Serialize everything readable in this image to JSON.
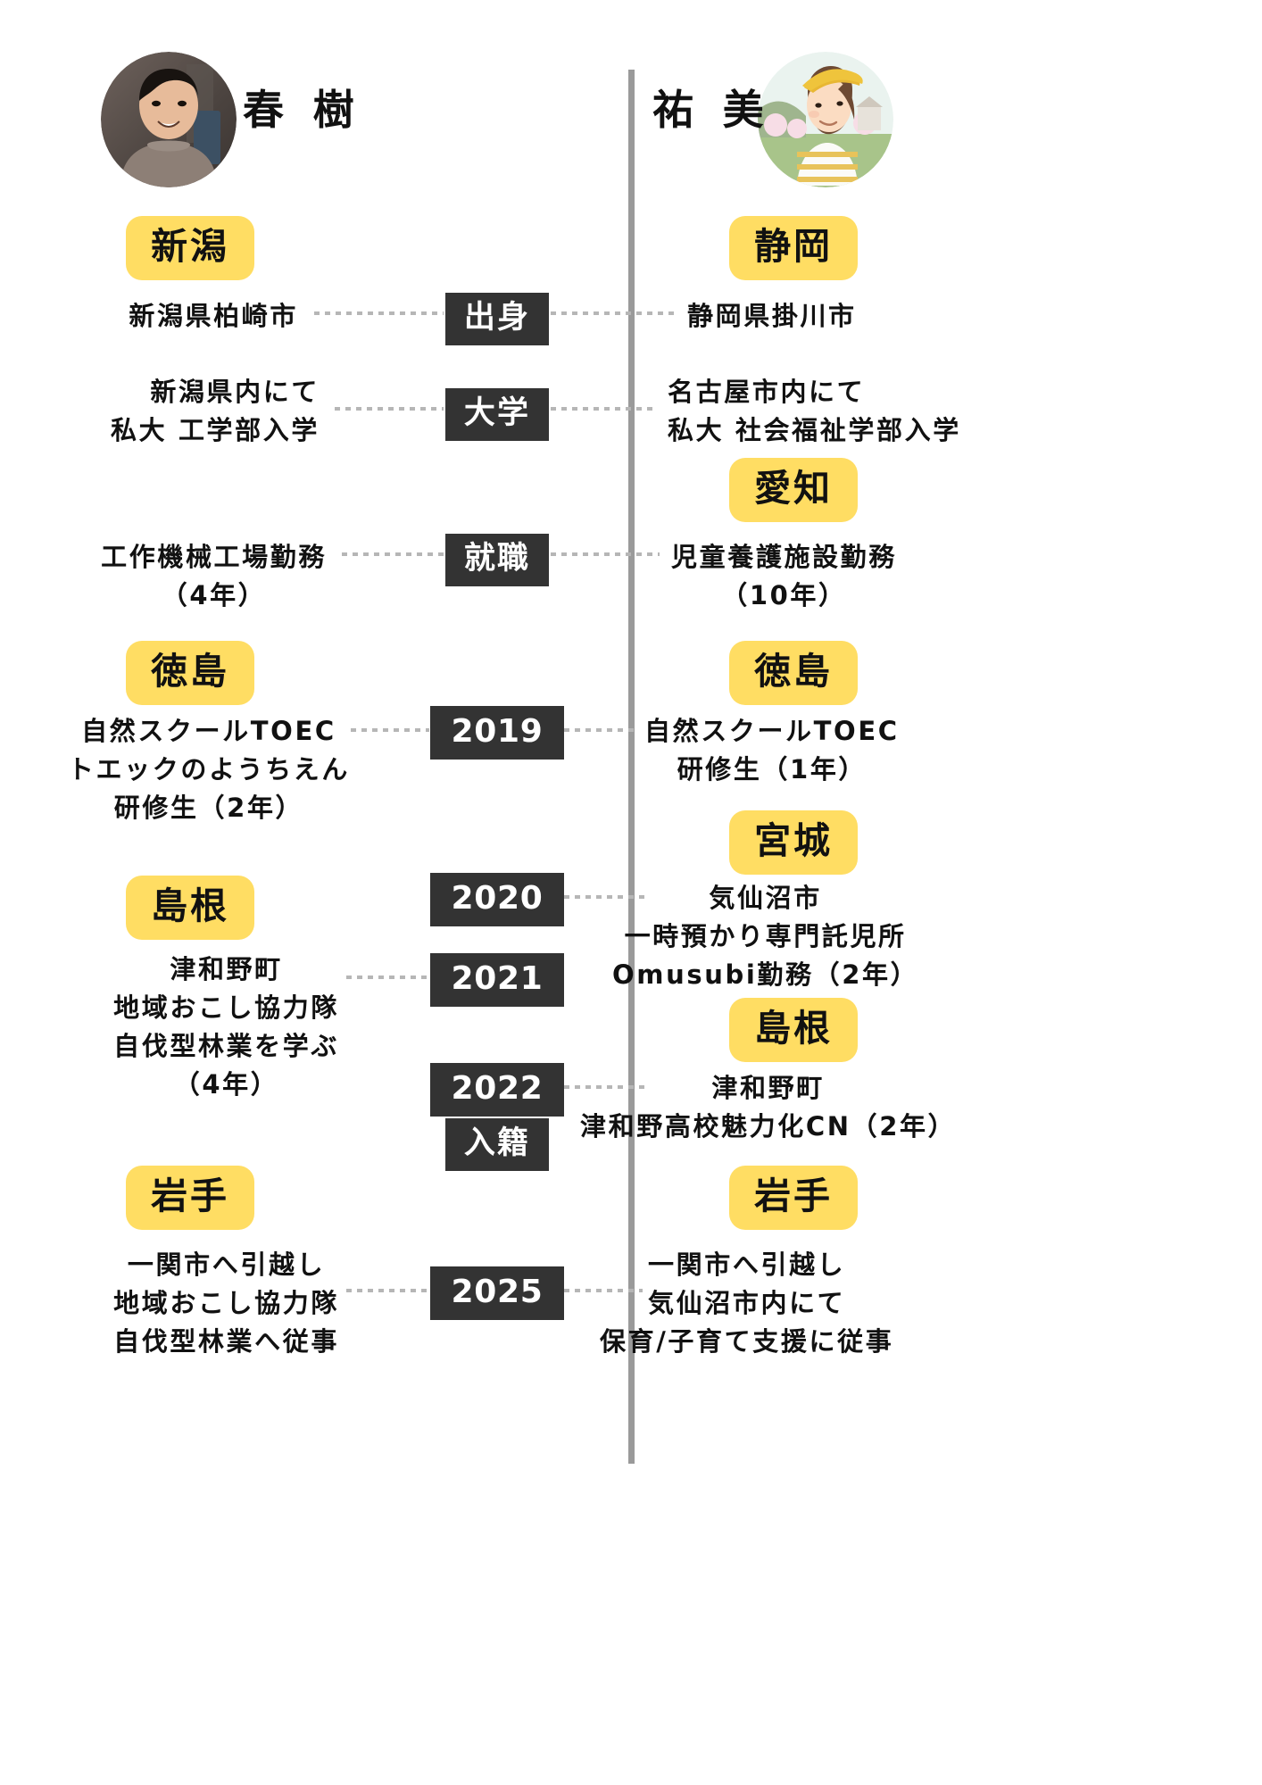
{
  "people": {
    "left": {
      "name": "春 樹",
      "avatar": "portrait-man-smiling"
    },
    "right": {
      "name": "祐 美",
      "avatar": "portrait-woman-yellow-cap"
    }
  },
  "colors": {
    "badge_yellow": "#ffdd63",
    "marker_dark": "#333333",
    "spine_gray": "#9a9a9a",
    "dot_gray": "#b6b6b6",
    "text_black": "#111111"
  },
  "markers": [
    {
      "id": "origin",
      "label": "出身"
    },
    {
      "id": "university",
      "label": "大学"
    },
    {
      "id": "employment",
      "label": "就職"
    },
    {
      "id": "y2019",
      "label": "2019"
    },
    {
      "id": "y2020",
      "label": "2020"
    },
    {
      "id": "y2021",
      "label": "2021"
    },
    {
      "id": "y2022",
      "label": "2022"
    },
    {
      "id": "marriage",
      "label": "入籍"
    },
    {
      "id": "y2025",
      "label": "2025"
    }
  ],
  "badges": {
    "left": [
      {
        "id": "niigata",
        "label": "新潟"
      },
      {
        "id": "tokushima",
        "label": "徳島"
      },
      {
        "id": "shimane",
        "label": "島根"
      },
      {
        "id": "iwate",
        "label": "岩手"
      }
    ],
    "right": [
      {
        "id": "shizuoka",
        "label": "静岡"
      },
      {
        "id": "aichi",
        "label": "愛知"
      },
      {
        "id": "tokushima",
        "label": "徳島"
      },
      {
        "id": "miyagi",
        "label": "宮城"
      },
      {
        "id": "shimane",
        "label": "島根"
      },
      {
        "id": "iwate",
        "label": "岩手"
      }
    ]
  },
  "entries": {
    "left": {
      "origin": {
        "lines": [
          "新潟県柏崎市"
        ]
      },
      "university": {
        "lines": [
          "新潟県内にて",
          "私大 工学部入学"
        ]
      },
      "employment": {
        "lines": [
          "工作機械工場勤務",
          "（4年）"
        ]
      },
      "y2019": {
        "lines": [
          "自然スクールTOEC",
          "トエックのようちえん",
          "研修生（2年）"
        ]
      },
      "y2021": {
        "lines": [
          "津和野町",
          "地域おこし協力隊",
          "自伐型林業を学ぶ",
          "（4年）"
        ]
      },
      "y2025": {
        "lines": [
          "一関市へ引越し",
          "地域おこし協力隊",
          "自伐型林業へ従事"
        ]
      }
    },
    "right": {
      "origin": {
        "lines": [
          "静岡県掛川市"
        ]
      },
      "university": {
        "lines": [
          "名古屋市内にて",
          "私大 社会福祉学部入学"
        ]
      },
      "employment": {
        "lines": [
          "児童養護施設勤務",
          "（10年）"
        ]
      },
      "y2019": {
        "lines": [
          "自然スクールTOEC",
          "研修生（1年）"
        ]
      },
      "y2020": {
        "lines": [
          "気仙沼市",
          "一時預かり専門託児所",
          "Omusubi勤務（2年）"
        ]
      },
      "y2022": {
        "lines": [
          "津和野町",
          "津和野高校魅力化CN（2年）"
        ]
      },
      "y2025": {
        "lines": [
          "一関市へ引越し",
          "気仙沼市内にて",
          "保育/子育て支援に従事"
        ]
      }
    }
  }
}
